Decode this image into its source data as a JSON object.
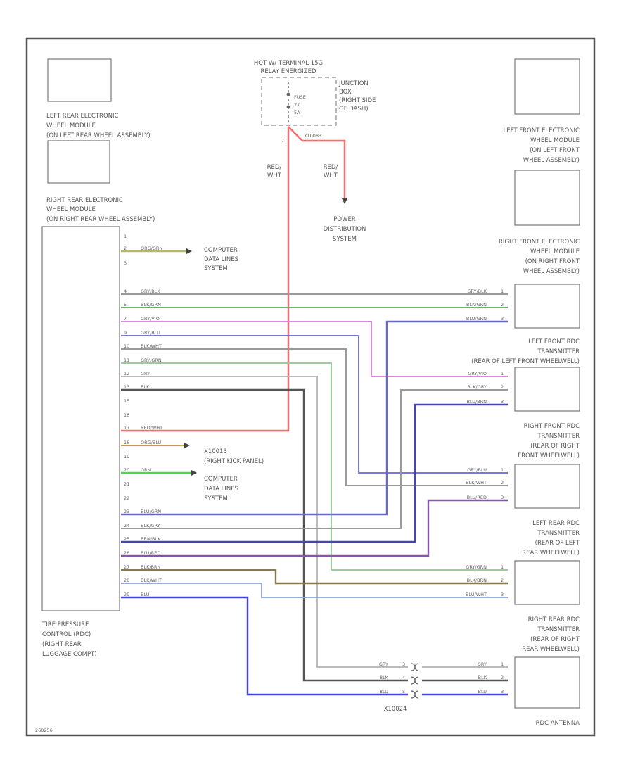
{
  "labels": {
    "source": [
      "HOT W/ TERMINAL 15G",
      "RELAY ENERGIZED"
    ],
    "junction_box": [
      "JUNCTION",
      "BOX",
      "(RIGHT SIDE",
      "OF DASH)"
    ],
    "fuse": [
      "FUSE",
      "27",
      "5A"
    ],
    "pin7": "7",
    "splice_main": "X10083",
    "wire_red_wht_1": [
      "RED/",
      "WHT"
    ],
    "wire_red_wht_2": [
      "RED/",
      "WHT"
    ],
    "power_distribution": [
      "POWER",
      "DISTRIBUTION",
      "SYSTEM"
    ],
    "lr_wheel_module": [
      "LEFT REAR ELECTRONIC",
      "WHEEL MODULE",
      "(ON LEFT REAR WHEEL ASSEMBLY)"
    ],
    "rr_wheel_module": [
      "RIGHT REAR ELECTRONIC",
      "WHEEL MODULE",
      "(ON RIGHT REAR WHEEL ASSEMBLY)"
    ],
    "lf_wheel_module": [
      "LEFT FRONT ELECTRONIC",
      "WHEEL MODULE",
      "(ON LEFT FRONT",
      "WHEEL ASSEMBLY)"
    ],
    "rf_wheel_module": [
      "RIGHT FRONT ELECTRONIC",
      "WHEEL MODULE",
      "(ON RIGHT FRONT",
      "WHEEL ASSEMBLY)"
    ],
    "computer_data_1": [
      "COMPUTER",
      "DATA LINES",
      "SYSTEM"
    ],
    "computer_data_2": [
      "COMPUTER",
      "DATA LINES",
      "SYSTEM"
    ],
    "x10013": [
      "X10013",
      "(RIGHT KICK PANEL)"
    ],
    "lf_transmitter": [
      "LEFT FRONT RDC",
      "TRANSMITTER",
      "(REAR OF LEFT FRONT WHEELWELL)"
    ],
    "rf_transmitter": [
      "RIGHT FRONT RDC",
      "TRANSMITTER",
      "(REAR OF RIGHT",
      "FRONT WHEELWELL)"
    ],
    "lr_transmitter": [
      "LEFT REAR RDC",
      "TRANSMITTER",
      "(REAR OF LEFT",
      "REAR WHEELWELL)"
    ],
    "rr_transmitter": [
      "RIGHT REAR RDC",
      "TRANSMITTER",
      "(REAR OF RIGHT",
      "REAR WHEELWELL)"
    ],
    "control_module": [
      "TIRE PRESSURE",
      "CONTROL (RDC)",
      "(RIGHT REAR",
      "LUGGAGE COMPT)"
    ],
    "connector_x10024": "X10024",
    "rdc_antenna": "RDC ANTENNA",
    "corner_id": "268256"
  },
  "pins_left": [
    {
      "pin": "1",
      "wire": ""
    },
    {
      "pin": "2",
      "wire": "ORG/GRN"
    },
    {
      "pin": "3",
      "wire": ""
    },
    {
      "pin": "4",
      "wire": "GRY/BLK"
    },
    {
      "pin": "5",
      "wire": "BLK/GRN"
    },
    {
      "pin": "7",
      "wire": "GRY/VIO"
    },
    {
      "pin": "9",
      "wire": "GRY/BLU"
    },
    {
      "pin": "10",
      "wire": "BLK/WHT"
    },
    {
      "pin": "11",
      "wire": "GRY/GRN"
    },
    {
      "pin": "12",
      "wire": "GRY"
    },
    {
      "pin": "13",
      "wire": "BLK"
    },
    {
      "pin": "15",
      "wire": ""
    },
    {
      "pin": "16",
      "wire": ""
    },
    {
      "pin": "17",
      "wire": "RED/WHT"
    },
    {
      "pin": "18",
      "wire": "ORG/BLU"
    },
    {
      "pin": "19",
      "wire": ""
    },
    {
      "pin": "20",
      "wire": "GRN"
    },
    {
      "pin": "21",
      "wire": ""
    },
    {
      "pin": "22",
      "wire": ""
    },
    {
      "pin": "23",
      "wire": "BLU/GRN"
    },
    {
      "pin": "24",
      "wire": "BLK/GRY"
    },
    {
      "pin": "25",
      "wire": "BRN/BLK"
    },
    {
      "pin": "26",
      "wire": "BLU/RED"
    },
    {
      "pin": "27",
      "wire": "BLK/BRN"
    },
    {
      "pin": "28",
      "wire": "BLK/WHT"
    },
    {
      "pin": "29",
      "wire": "BLU"
    }
  ],
  "pins_right": [
    {
      "wire": "GRY/BLK",
      "pin": "1"
    },
    {
      "wire": "BLK/GRN",
      "pin": "2"
    },
    {
      "wire": "BLU/GRN",
      "pin": "3"
    },
    {
      "wire": "GRY/VIO",
      "pin": "1"
    },
    {
      "wire": "BLK/GRY",
      "pin": "2"
    },
    {
      "wire": "BLU/BRN",
      "pin": "3"
    },
    {
      "wire": "GRY/BLU",
      "pin": "1"
    },
    {
      "wire": "BLK/WHT",
      "pin": "2"
    },
    {
      "wire": "BLU/RED",
      "pin": "3"
    },
    {
      "wire": "GRY/GRN",
      "pin": "1"
    },
    {
      "wire": "BLK/BRN",
      "pin": "2"
    },
    {
      "wire": "BLU/WHT",
      "pin": "3"
    },
    {
      "wire": "GRY",
      "pin": "1"
    },
    {
      "wire": "BLK",
      "pin": "2"
    },
    {
      "wire": "BLU",
      "pin": "3"
    }
  ],
  "connector_wires": [
    {
      "wire": "GRY",
      "pin": "3"
    },
    {
      "wire": "BLK",
      "pin": "4"
    },
    {
      "wire": "BLU",
      "pin": "5"
    }
  ]
}
